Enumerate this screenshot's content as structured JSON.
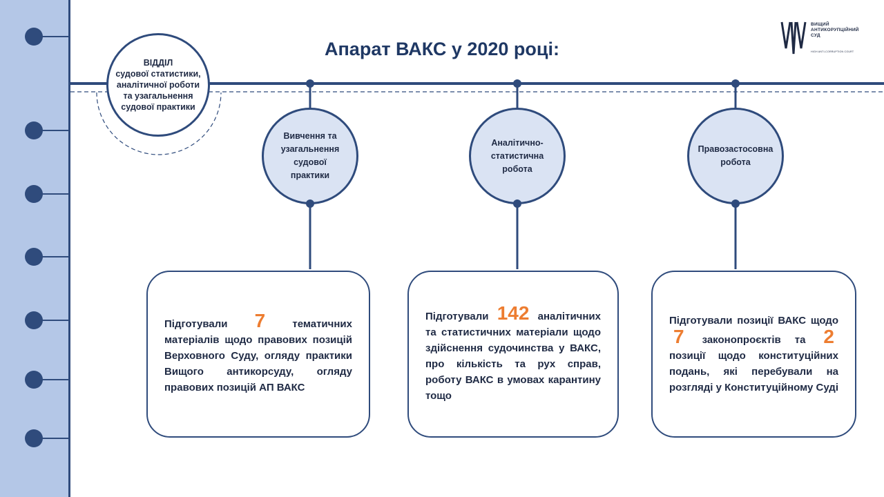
{
  "title": "Апарат ВАКС у 2020 році:",
  "department": {
    "label": "ВІДДІЛ\nсудової статистики,\nаналітичної роботи\nта узагальнення\nсудової практики"
  },
  "logo": {
    "line1": "ВИЩИЙ",
    "line2": "АНТИКОРУПЦІЙНИЙ",
    "line3": "СУД",
    "subtitle": "HIGH ANTI-CORRUPTION COURT"
  },
  "areas": [
    {
      "label": "Вивчення та\nузагальнення\nсудової\nпрактики",
      "result": {
        "before": "Підготували",
        "number": "7",
        "after": "тематичних матеріалів щодо правових позицій Верховного Суду, огляду практики Вищого антикорсуду, огляду правових позицій АП ВАКС"
      }
    },
    {
      "label": "Аналітично-\nстатистична\nробота",
      "result": {
        "before": "Підготували",
        "number": "142",
        "after": "аналітичних та статистичних матеріали щодо здійснення судочинства у ВАКС, про кількість та рух справ, роботу ВАКС в умовах карантину тощо"
      }
    },
    {
      "label": "Правозастосовна\nробота",
      "result": {
        "before": "Підготували позиції ВАКС щодо",
        "number": "7",
        "middle": "законопроєктів та",
        "number2": "2",
        "after": "позиції щодо конституційних подань, які перебували на розгляді у Конституційному Суді"
      }
    }
  ],
  "colors": {
    "accent": "#ed7d31",
    "navy": "#2f4b7c",
    "sidebar": "#b4c7e7",
    "circle_fill": "#dae3f3"
  }
}
